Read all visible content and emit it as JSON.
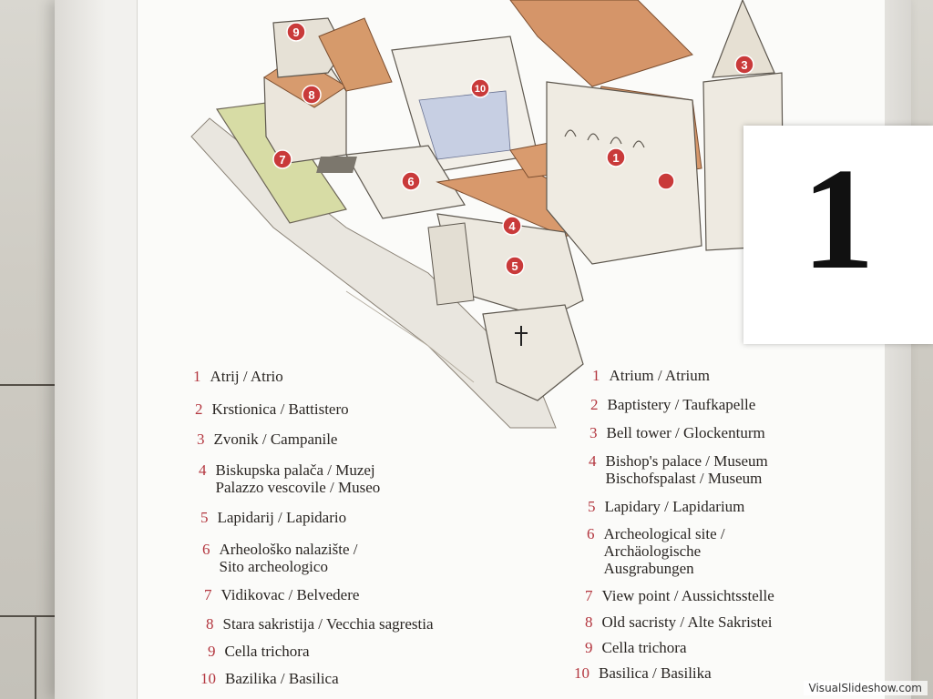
{
  "sign": {
    "number": "1"
  },
  "map_markers": [
    {
      "label": "1",
      "color": "#c93a3a"
    },
    {
      "label": "3",
      "color": "#c93a3a"
    },
    {
      "label": "4",
      "color": "#c93a3a"
    },
    {
      "label": "5",
      "color": "#c93a3a"
    },
    {
      "label": "6",
      "color": "#c93a3a"
    },
    {
      "label": "7",
      "color": "#c93a3a"
    },
    {
      "label": "8",
      "color": "#c93a3a"
    },
    {
      "label": "9",
      "color": "#c93a3a"
    },
    {
      "label": "10",
      "color": "#c93a3a"
    }
  ],
  "legend_left": [
    {
      "num": "1",
      "lines": [
        "Atrij / Atrio"
      ]
    },
    {
      "num": "2",
      "lines": [
        "Krstionica / Battistero"
      ]
    },
    {
      "num": "3",
      "lines": [
        "Zvonik / Campanile"
      ]
    },
    {
      "num": "4",
      "lines": [
        "Biskupska palača / Muzej",
        "Palazzo vescovile / Museo"
      ]
    },
    {
      "num": "5",
      "lines": [
        "Lapidarij / Lapidario"
      ]
    },
    {
      "num": "6",
      "lines": [
        "Arheološko nalazište /",
        "Sito archeologico"
      ]
    },
    {
      "num": "7",
      "lines": [
        "Vidikovac / Belvedere"
      ]
    },
    {
      "num": "8",
      "lines": [
        "Stara sakristija / Vecchia sagrestia"
      ]
    },
    {
      "num": "9",
      "lines": [
        "Cella trichora"
      ]
    },
    {
      "num": "10",
      "lines": [
        "Bazilika / Basilica"
      ]
    }
  ],
  "legend_right": [
    {
      "num": "1",
      "lines": [
        "Atrium / Atrium"
      ]
    },
    {
      "num": "2",
      "lines": [
        "Baptistery / Taufkapelle"
      ]
    },
    {
      "num": "3",
      "lines": [
        "Bell tower / Glockenturm"
      ]
    },
    {
      "num": "4",
      "lines": [
        "Bishop's palace / Museum",
        "Bischofspalast / Museum"
      ]
    },
    {
      "num": "5",
      "lines": [
        "Lapidary / Lapidarium"
      ]
    },
    {
      "num": "6",
      "lines": [
        "Archeological site /",
        "Archäologische",
        "Ausgrabungen"
      ]
    },
    {
      "num": "7",
      "lines": [
        "View point / Aussichtsstelle"
      ]
    },
    {
      "num": "8",
      "lines": [
        "Old sacristy / Alte Sakristei"
      ]
    },
    {
      "num": "9",
      "lines": [
        "Cella trichora"
      ]
    },
    {
      "num": "10",
      "lines": [
        "Basilica / Basilika"
      ]
    }
  ],
  "watermark": "VisualSlideshow.com"
}
